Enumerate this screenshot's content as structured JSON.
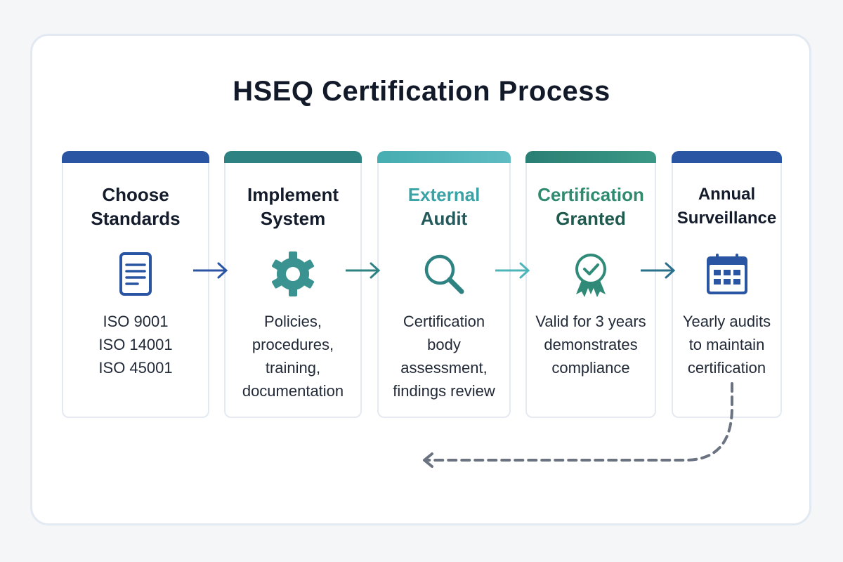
{
  "title": "HSEQ Certification Process",
  "colors": {
    "blue": "#2a55a3",
    "teal_dark": "#2e8382",
    "teal_light": "#4db5b9",
    "green": "#2f8a78",
    "loop_gray": "#6b7280"
  },
  "steps": [
    {
      "title_line1": "Choose",
      "title_line2": "Standards",
      "icon": "document-icon",
      "details": [
        "ISO 9001",
        "ISO 14001",
        "ISO 45001"
      ]
    },
    {
      "title_line1": "Implement",
      "title_line2": "System",
      "icon": "gear-icon",
      "details": [
        "Policies,",
        "procedures,",
        "training,",
        "documentation"
      ]
    },
    {
      "title_line1": "External",
      "title_line2": "Audit",
      "icon": "magnifier-icon",
      "details": [
        "Certification",
        "body",
        "assessment,",
        "findings review"
      ]
    },
    {
      "title_line1": "Certification",
      "title_line2": "Granted",
      "icon": "award-ribbon-icon",
      "details": [
        "Valid for 3 years",
        "demonstrates",
        "compliance"
      ]
    },
    {
      "title_line1": "Annual",
      "title_line2": "Surveillance",
      "icon": "calendar-icon",
      "details": [
        "Yearly audits",
        "to maintain",
        "certification"
      ]
    }
  ],
  "connectors": {
    "forward_arrows": 4,
    "loop_back": "dashed arrow from Annual Surveillance back toward External Audit"
  }
}
